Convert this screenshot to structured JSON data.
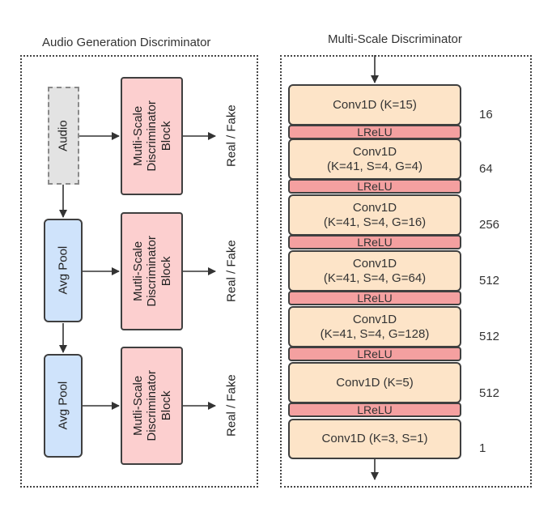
{
  "left_panel": {
    "title": "Audio Generation Discriminator",
    "audio_label": "Audio",
    "avg_pool_label": "Avg Pool",
    "block_label_line1": "Mutli-Scale",
    "block_label_line2": "Discriminator",
    "block_label_line3": "Block",
    "output_label": "Real / Fake"
  },
  "right_panel": {
    "title": "Multi-Scale Discriminator",
    "layers": [
      {
        "line1": "Conv1D (K=15)",
        "line2": "",
        "channels": "16"
      },
      {
        "line1": "Conv1D",
        "line2": "(K=41, S=4, G=4)",
        "channels": "64"
      },
      {
        "line1": "Conv1D",
        "line2": "(K=41, S=4, G=16)",
        "channels": "256"
      },
      {
        "line1": "Conv1D",
        "line2": "(K=41, S=4, G=64)",
        "channels": "512"
      },
      {
        "line1": "Conv1D",
        "line2": "(K=41, S=4, G=128)",
        "channels": "512"
      },
      {
        "line1": "Conv1D (K=5)",
        "line2": "",
        "channels": "512"
      },
      {
        "line1": "Conv1D (K=3, S=1)",
        "line2": "",
        "channels": "1"
      }
    ],
    "activation_label": "LReLU"
  },
  "colors": {
    "audio_fill": "#e3e3e3",
    "avg_pool_fill": "#cfe3fb",
    "block_fill": "#fccfcf",
    "conv_fill": "#fde4c8",
    "lrelu_fill": "#f4a0a0"
  }
}
